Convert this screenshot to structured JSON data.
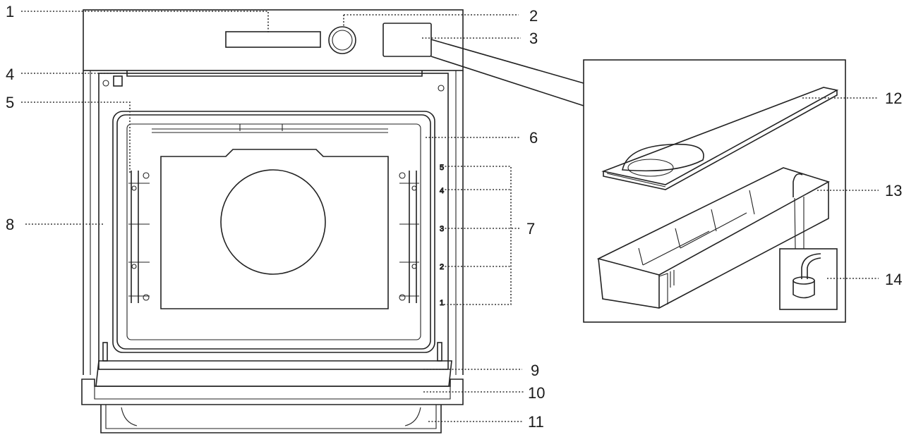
{
  "callouts": {
    "c1": "1",
    "c2": "2",
    "c3": "3",
    "c4": "4",
    "c5": "5",
    "c6": "6",
    "c7": "7",
    "c8": "8",
    "c9": "9",
    "c10": "10",
    "c11": "11",
    "c12": "12",
    "c13": "13",
    "c14": "14"
  },
  "shelf_level_marks": [
    "5",
    "4",
    "3",
    "2",
    "1"
  ]
}
